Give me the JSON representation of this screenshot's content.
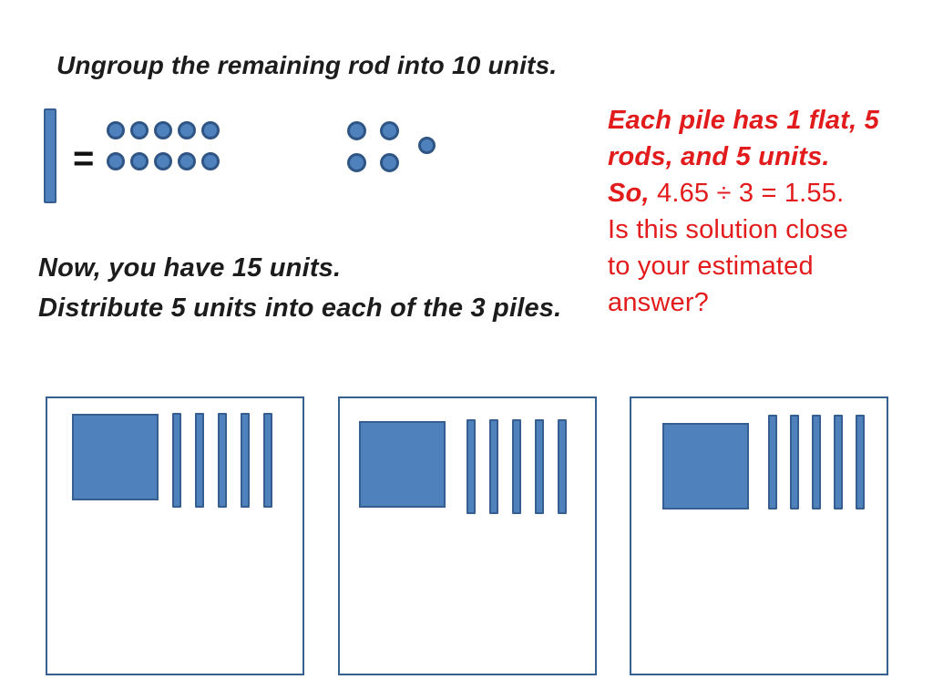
{
  "slide": {
    "title": "Ungroup the remaining rod into 10 units.",
    "body_line1": "Now, you have 15 units.",
    "body_line2": "Distribute 5 units into each of the 3 piles."
  },
  "equation": {
    "equals": "=",
    "rod_count": 1,
    "units_group1_rows": [
      5,
      5
    ],
    "units_group2_rows": [
      2,
      2
    ],
    "units_group2_extra": 1,
    "total_units_shown": 15
  },
  "red_note": {
    "line1_italic": "Each pile has 1 flat, 5",
    "line2_italic": "rods, and 5 units.",
    "line3_italic": "So,",
    "line3_regular": "4.65 ÷ 3 = 1.55.",
    "line4": "Is this solution close",
    "line5": "to your estimated",
    "line6": "answer?"
  },
  "piles": {
    "count": 3,
    "flats_per_pile": 1,
    "rods_per_pile": 5
  },
  "colors": {
    "block_fill": "#4f81bd",
    "block_border": "#365f91",
    "dot_border": "#2e5584",
    "box_border": "#36608f",
    "ink": "#1c1c1c",
    "note_red": "#e21b1c"
  }
}
